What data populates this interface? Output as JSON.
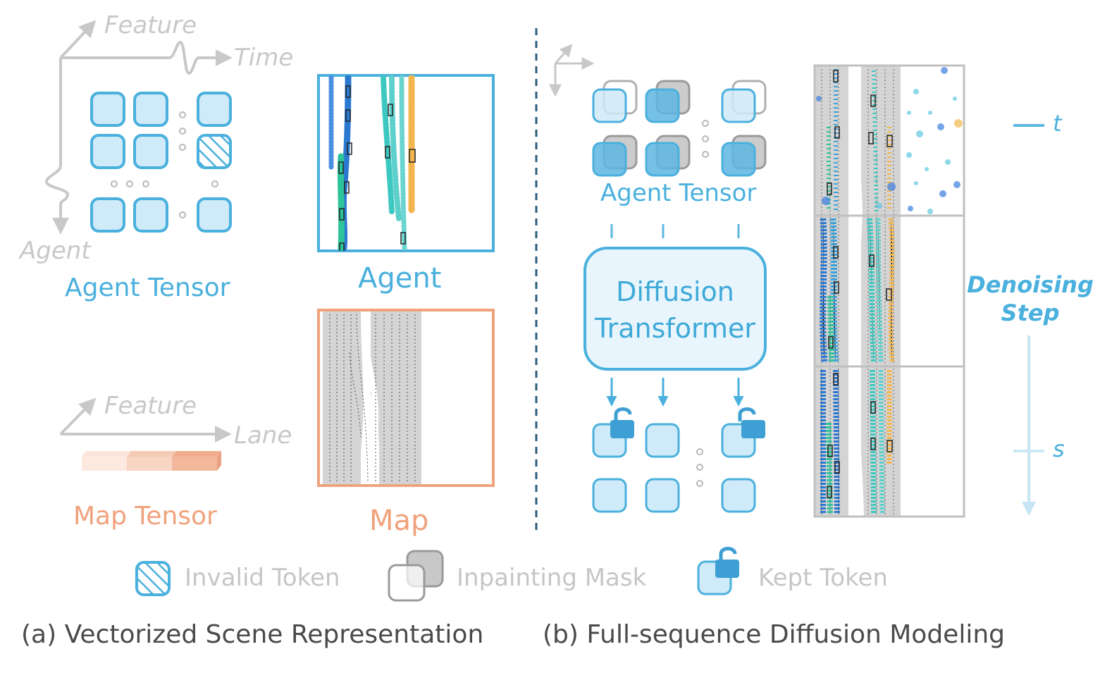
{
  "colors": {
    "tensor_blue": "#4ab0dd",
    "tensor_fill": "#cfeaf8",
    "tensor_dark": "#6cc0e8",
    "map_orange": "#f0a27c",
    "axis_gray": "#c8c8c8",
    "lane_gray": "#d4d4d4",
    "divider": "#2d5d7b"
  },
  "left": {
    "axis_feature": "Feature",
    "axis_time": "Time",
    "axis_agent": "Agent",
    "agent_tensor_label": "Agent Tensor",
    "agent_panel_label": "Agent",
    "map_axis_feature": "Feature",
    "map_axis_lane": "Lane",
    "map_tensor_label": "Map Tensor",
    "map_panel_label": "Map"
  },
  "right": {
    "agent_tensor_label": "Agent Tensor",
    "diffusion_line1": "Diffusion",
    "diffusion_line2": "Transformer",
    "step_label_line1": "Denoising",
    "step_label_line2": "Step",
    "tick_t": "t",
    "tick_s": "s"
  },
  "legend": {
    "invalid_token": "Invalid Token",
    "inpainting_mask": "Inpainting Mask",
    "kept_token": "Kept Token"
  },
  "captions": {
    "a": "(a) Vectorized Scene Representation",
    "b": "(b) Full-sequence Diffusion Modeling"
  },
  "icons": [
    "arrow-icon",
    "lock-icon",
    "hatch-icon",
    "dots-icon"
  ]
}
